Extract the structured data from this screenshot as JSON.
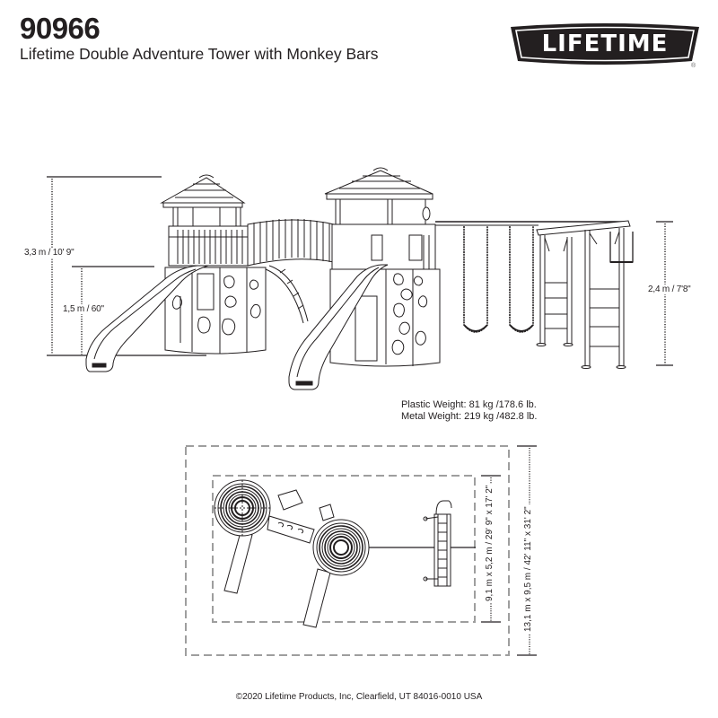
{
  "header": {
    "model_number": "90966",
    "product_name": "Lifetime Double Adventure Tower with Monkey Bars"
  },
  "logo": {
    "text": "LIFETIME",
    "registered_mark": "®",
    "colors": {
      "background": "#231f20",
      "text": "#ffffff"
    }
  },
  "elevation_view": {
    "dimensions": {
      "overall_height": "3,3 m / 10' 9\"",
      "deck_height": "1,5 m / 60\"",
      "swing_beam_height": "2,4 m / 7'8\""
    },
    "components": [
      "tower-left",
      "tower-right",
      "bridge",
      "slide-left",
      "slide-right",
      "climbing-arch",
      "swing-beam",
      "belt-swing-1",
      "belt-swing-2",
      "monkey-bars",
      "trapeze"
    ]
  },
  "weights": {
    "plastic": "Plastic Weight: 81 kg /178.6 lb.",
    "metal": "Metal Weight: 219 kg /482.8 lb."
  },
  "plan_view": {
    "dimensions": {
      "footprint": "9,1 m x 5,2 m / 29' 9\" x 17' 2\"",
      "safety_zone": "13,1 m x 9,5 m / 42' 11\" x 31' 2\""
    },
    "colors": {
      "dashed_border": "#9e9e9e"
    }
  },
  "footer": {
    "copyright": "©2020 Lifetime Products, Inc, Clearfield, UT 84016-0010 USA"
  }
}
